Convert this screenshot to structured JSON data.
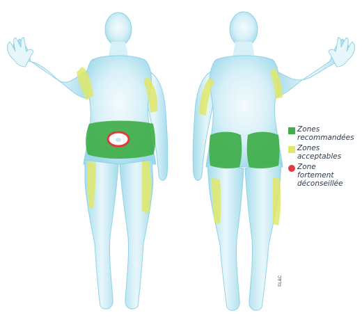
{
  "colors": {
    "body_light": "#e9f7fb",
    "body_mid": "#bfe8f3",
    "body_edge": "#8fd2e6",
    "recommended": "#3fae49",
    "acceptable": "#dfe86a",
    "discouraged": "#e03a3e"
  },
  "legend": {
    "items": [
      {
        "label": "Zones\nrecommandées",
        "color": "#3fae49",
        "shape": "square"
      },
      {
        "label": "Zones\nacceptables",
        "color": "#dfe86a",
        "shape": "square"
      },
      {
        "label": "Zone\nfortement\ndéconseillée",
        "color": "#e03a3e",
        "shape": "circle"
      }
    ]
  },
  "credit": "©L&C"
}
